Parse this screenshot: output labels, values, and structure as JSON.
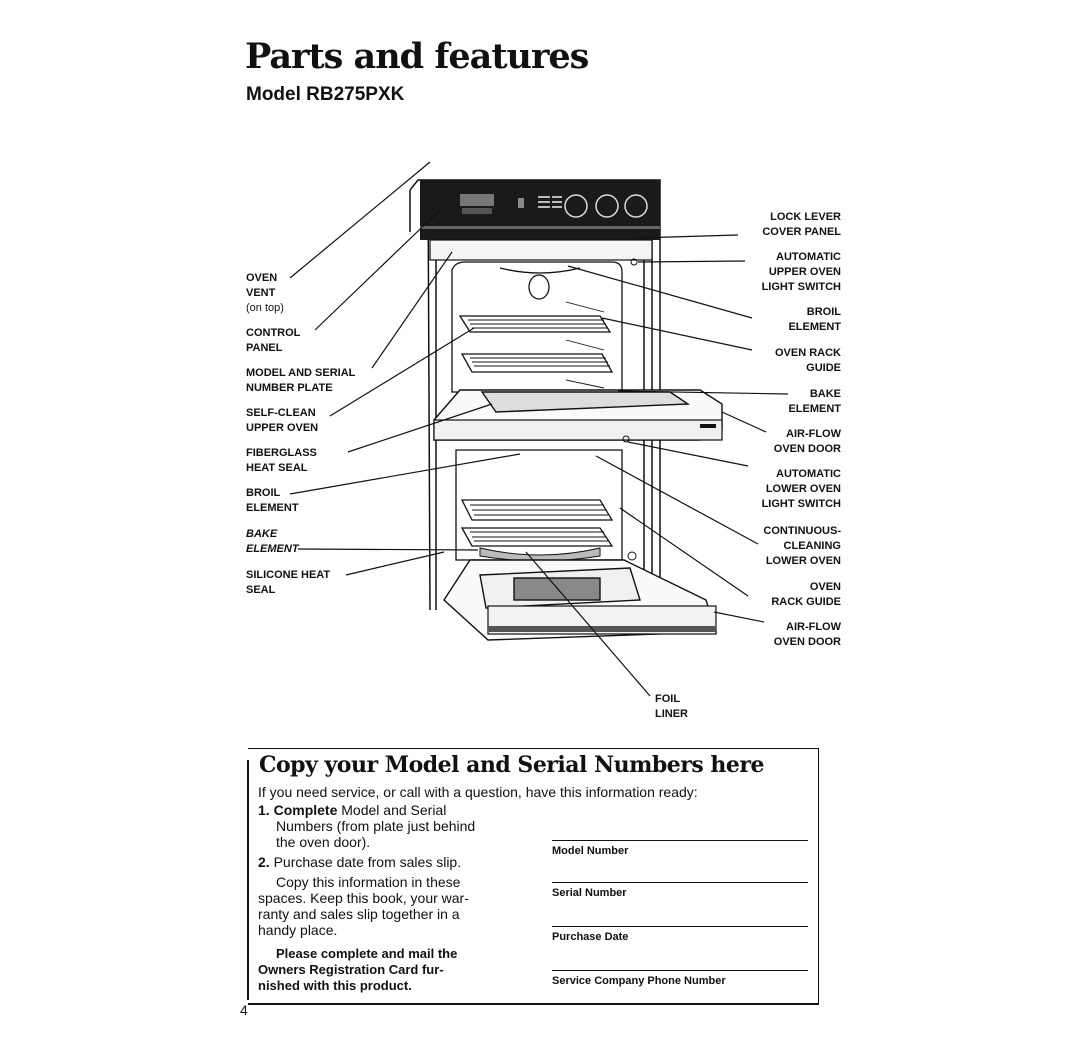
{
  "header": {
    "title": "Parts and features",
    "model": "Model RB275PXK"
  },
  "diagram": {
    "left_labels": {
      "oven_vent": {
        "title": "OVEN\nVENT",
        "note": "(on top)"
      },
      "control_panel": "CONTROL\nPANEL",
      "model_serial_plate": "MODEL AND SERIAL\nNUMBER PLATE",
      "self_clean_upper": "SELF-CLEAN\nUPPER OVEN",
      "fiberglass_seal": "FIBERGLASS\nHEAT SEAL",
      "broil_element": "BROIL\nELEMENT",
      "bake_element": "BAKE\nELEMENT",
      "silicone_seal": "SILICONE HEAT\nSEAL"
    },
    "right_labels": {
      "lock_lever": "LOCK LEVER\nCOVER PANEL",
      "upper_light_switch": "AUTOMATIC\nUPPER OVEN\nLIGHT SWITCH",
      "broil_element": "BROIL\nELEMENT",
      "oven_rack_guide_upper": "OVEN RACK\nGUIDE",
      "bake_element": "BAKE\nELEMENT",
      "air_flow_door_upper": "AIR-FLOW\nOVEN DOOR",
      "lower_light_switch": "AUTOMATIC\nLOWER OVEN\nLIGHT SWITCH",
      "continuous_cleaning": "CONTINUOUS-\nCLEANING\nLOWER OVEN",
      "oven_rack_guide_lower": "OVEN\nRACK GUIDE",
      "air_flow_door_lower": "AIR-FLOW\nOVEN DOOR"
    },
    "bottom_label": "FOIL\nLINER"
  },
  "record_box": {
    "title": "Copy your Model and Serial Numbers here",
    "intro": "If you need service, or call with a question, have this information ready:",
    "step1_num": "1.",
    "step1_bold": "Complete",
    "step1_rest_1": " Model and Serial",
    "step1_rest_2": "Numbers (from plate just behind",
    "step1_rest_3": "the oven door).",
    "step2_num": "2.",
    "step2_text": " Purchase date from sales slip.",
    "para_1": "Copy this information in these",
    "para_2": "spaces. Keep this book, your war-",
    "para_3": "ranty and sales slip together in a",
    "para_4": "handy place.",
    "mail_1": "Please complete and mail the",
    "mail_2": "Owners Registration Card fur-",
    "mail_3": "nished with this product.",
    "fields": {
      "model": "Model Number",
      "serial": "Serial Number",
      "purchase": "Purchase Date",
      "service": "Service Company Phone Number"
    }
  },
  "page_number": "4"
}
